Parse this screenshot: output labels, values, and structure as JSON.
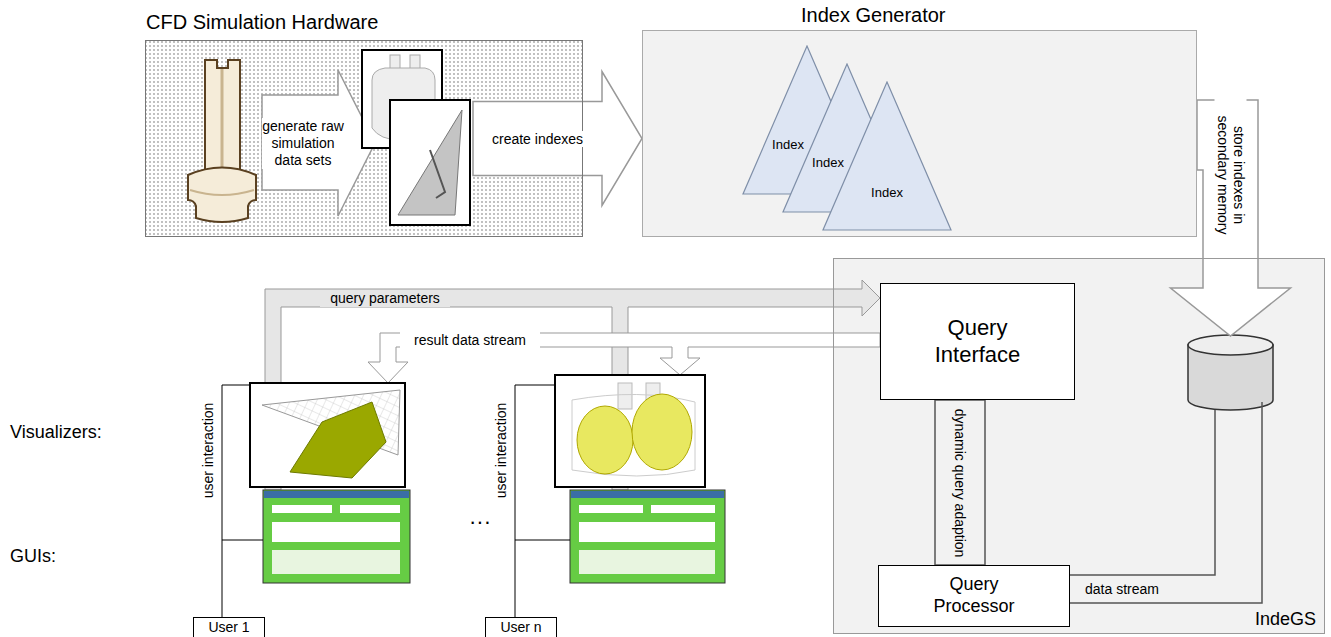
{
  "diagram": {
    "nodes": [
      {
        "text": [
          "CFD Simulation Hardware"
        ]
      },
      {
        "text": [
          "Index Generator"
        ]
      },
      {
        "text": [
          "Index"
        ],
        "in": 1
      },
      {
        "text": [
          "Index"
        ],
        "in": 1
      },
      {
        "text": [
          "Index"
        ],
        "in": 1
      },
      {
        "text": [
          "IndeGS"
        ]
      },
      {
        "text": [
          "Query Interface"
        ],
        "in": 5
      },
      {
        "text": [
          "Query Processor"
        ],
        "in": 5
      },
      {
        "text": [
          "User 1"
        ]
      },
      {
        "text": [
          "User n"
        ]
      }
    ],
    "edges": [
      {
        "from": 0,
        "to": 1,
        "label": "create indexes",
        "arrow": "to"
      },
      {
        "from": 1,
        "to": 5,
        "label": "store indexes in secondary memory",
        "arrow": "to"
      },
      {
        "from": 6,
        "to": 7,
        "label": "dynamic query adaption",
        "arrow": "none"
      }
    ],
    "labels": [
      "generate raw simulation data sets",
      "query parameters",
      "result data stream",
      "user interaction",
      "user interaction",
      "data stream",
      "Visualizers:",
      "GUIs:",
      "···"
    ]
  }
}
